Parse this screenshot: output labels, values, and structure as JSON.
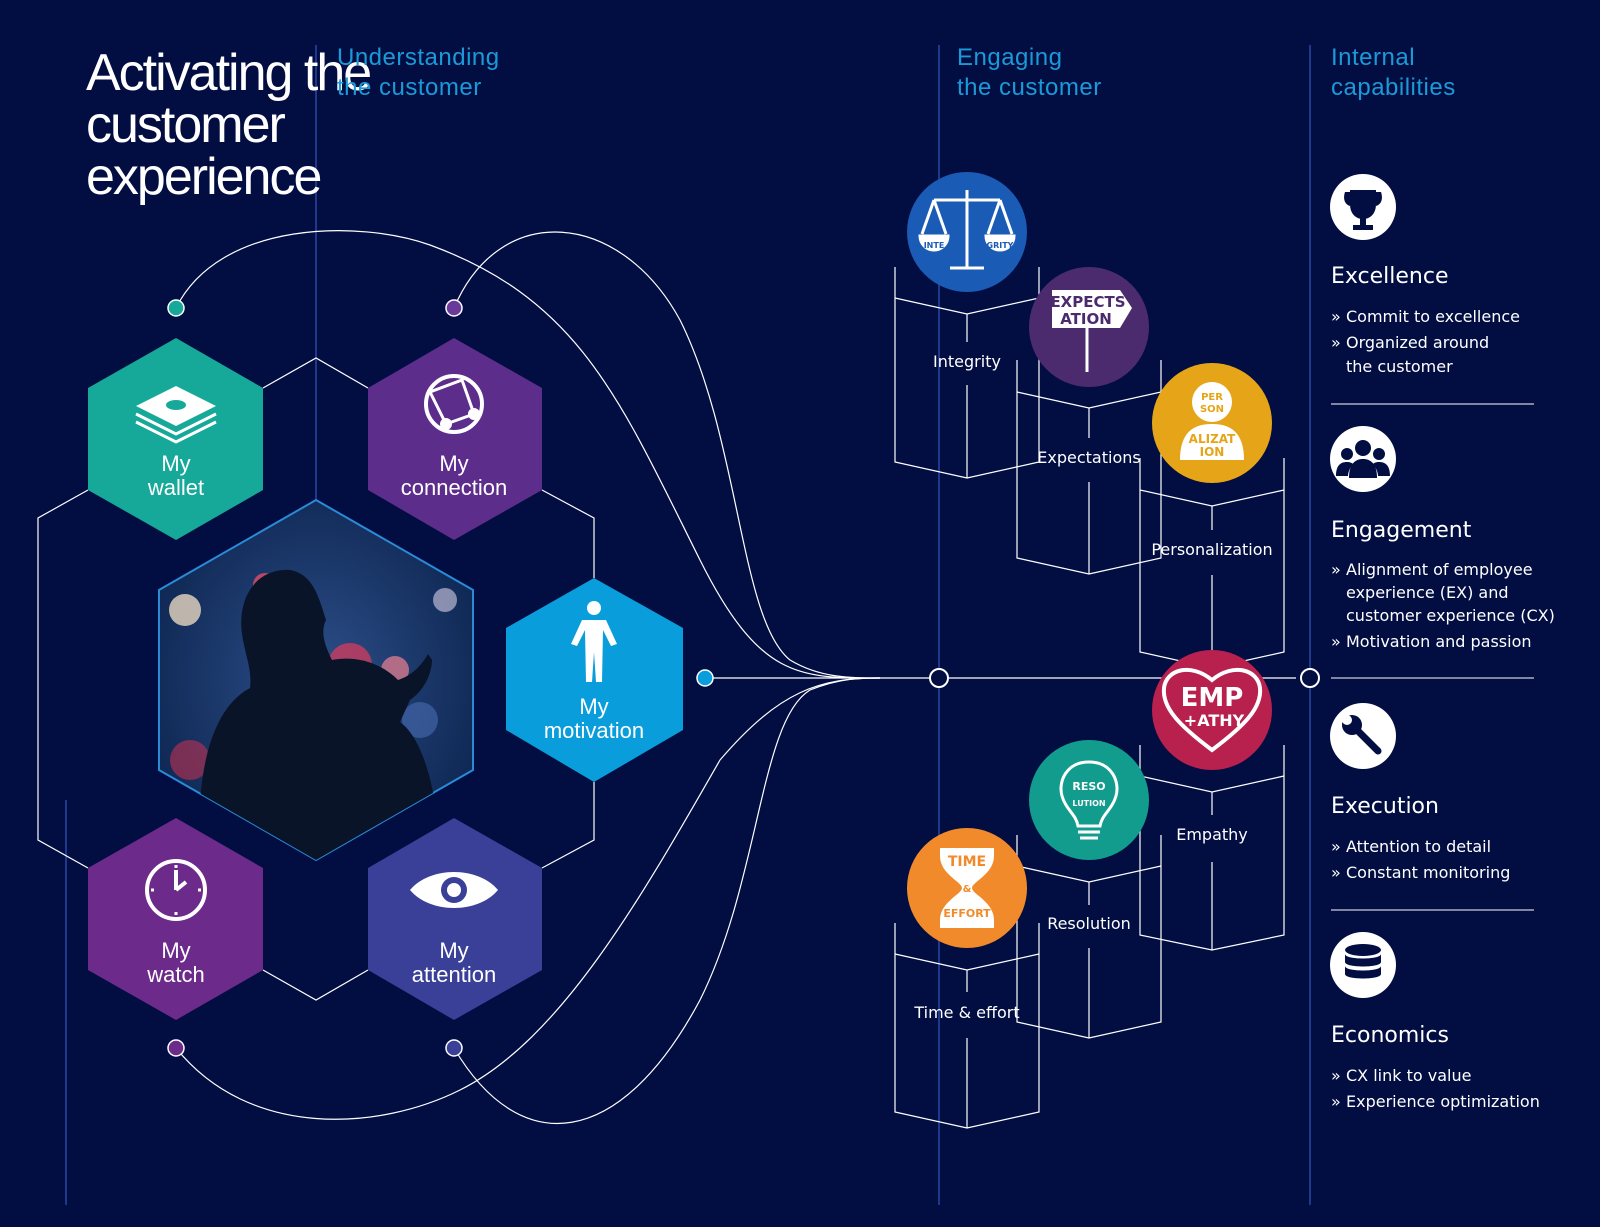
{
  "title": [
    "Activating the",
    "customer",
    "experience"
  ],
  "columns": {
    "understanding": [
      "Understanding",
      "the customer"
    ],
    "engaging": [
      "Engaging",
      "the customer"
    ],
    "internal": [
      "Internal",
      "capabilities"
    ]
  },
  "hexes": {
    "wallet": [
      "My",
      "wallet"
    ],
    "connection": [
      "My",
      "connection"
    ],
    "motivation": [
      "My",
      "motivation"
    ],
    "watch": [
      "My",
      "watch"
    ],
    "attention": [
      "My",
      "attention"
    ]
  },
  "pillars": {
    "integrity": "Integrity",
    "expectations": "Expectations",
    "personalization": "Personalization",
    "empathy": "Empathy",
    "resolution": "Resolution",
    "time_effort": "Time & effort"
  },
  "badge_words": {
    "integrity": [
      "INTE",
      "GRITY"
    ],
    "expectations": [
      "EXPECTS",
      "ATION"
    ],
    "personalization": [
      "PER",
      "SON",
      "ALIZAT",
      "ION"
    ],
    "empathy": [
      "EMP",
      "+ATHY"
    ],
    "resolution": [
      "RESO",
      "LUTION"
    ],
    "time_effort": [
      "TIME",
      "&",
      "EFFORT"
    ]
  },
  "capabilities": [
    {
      "heading": "Excellence",
      "icon": "trophy-icon",
      "bullets": [
        [
          "Commit to excellence"
        ],
        [
          "Organized around",
          "the customer"
        ]
      ]
    },
    {
      "heading": "Engagement",
      "icon": "people-icon",
      "bullets": [
        [
          "Alignment of employee",
          "experience (EX) and",
          "customer experience (CX)"
        ],
        [
          "Motivation and passion"
        ]
      ]
    },
    {
      "heading": "Execution",
      "icon": "wrench-icon",
      "bullets": [
        [
          "Attention to detail"
        ],
        [
          "Constant monitoring"
        ]
      ]
    },
    {
      "heading": "Economics",
      "icon": "coins-icon",
      "bullets": [
        [
          "CX link to value"
        ],
        [
          "Experience optimization"
        ]
      ]
    }
  ],
  "bullet_marker": "»",
  "colors": {
    "background": "#020e42",
    "header_blue": "#1a9ad8",
    "teal": "#16a898",
    "purple": "#5d2d8c",
    "cyan": "#0a9ddb",
    "indigo": "#3a3f98",
    "magenta_purple": "#6c2a8a",
    "integrity_blue": "#1a5bb5",
    "expectations_purple": "#4b2a6e",
    "personalization_gold": "#e6a519",
    "empathy_red": "#b8204e",
    "resolution_teal": "#129c8e",
    "time_orange": "#f08a2a"
  }
}
